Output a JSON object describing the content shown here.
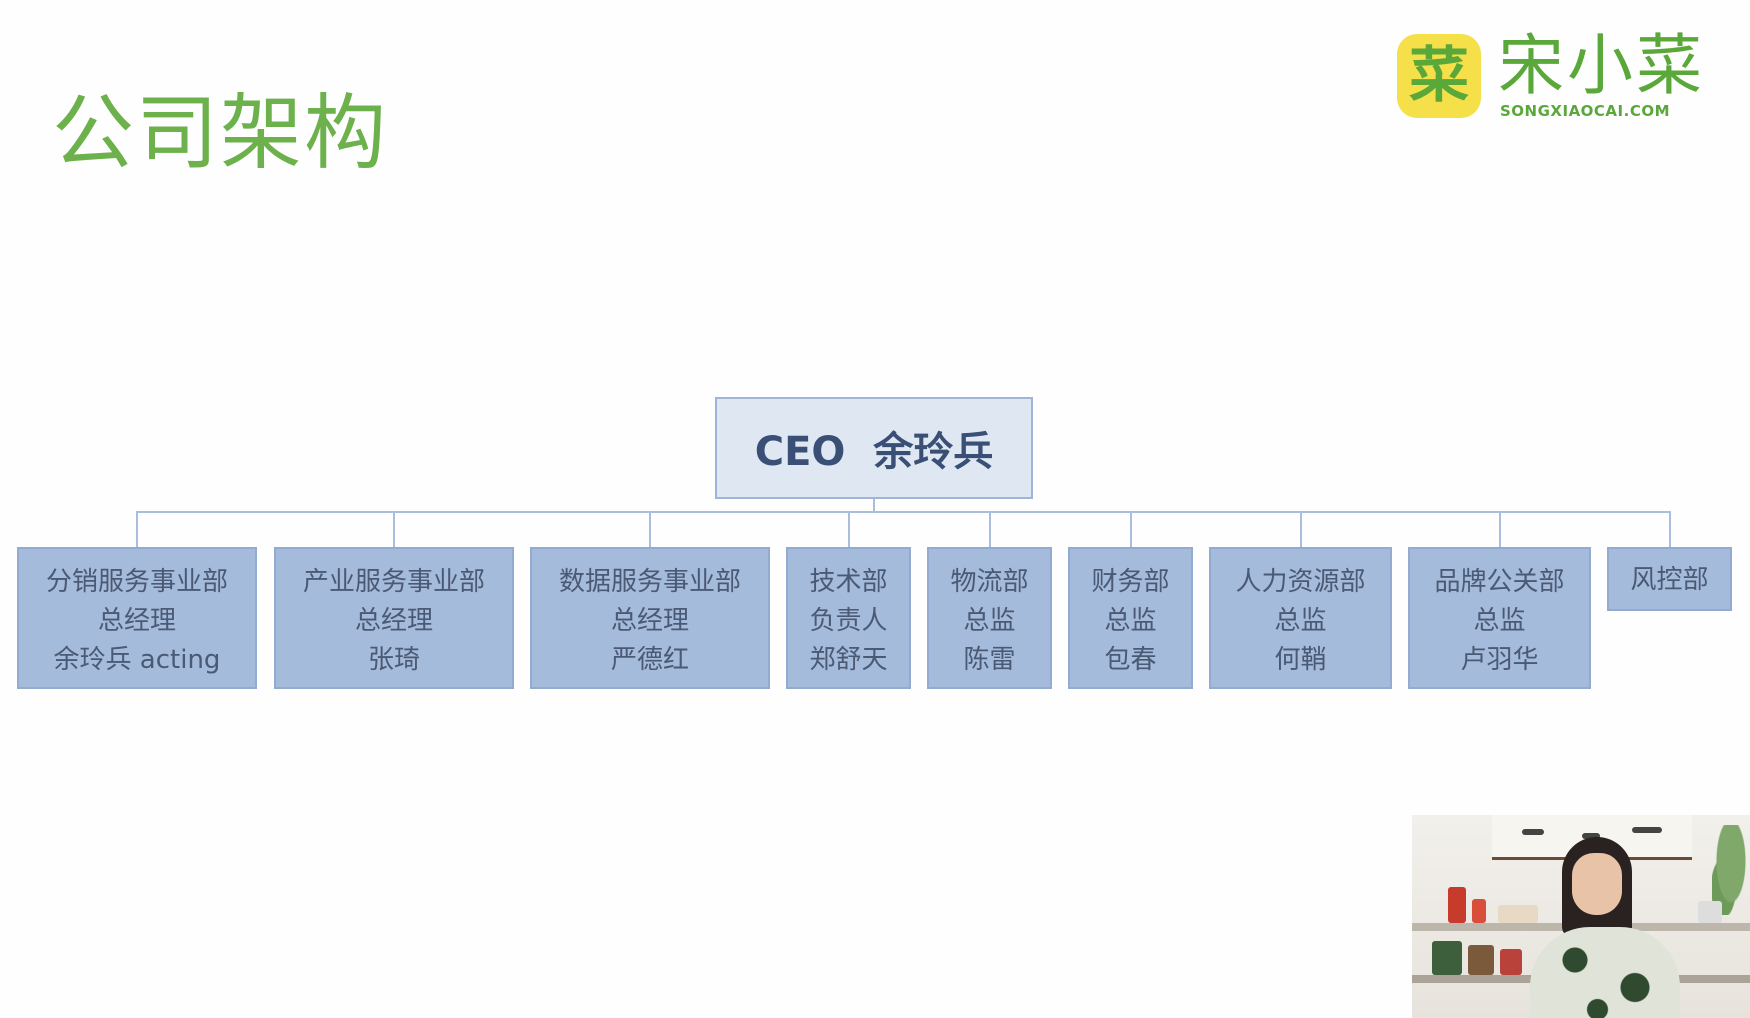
{
  "slide": {
    "title": "公司架构",
    "colors": {
      "title": "#6cb14c",
      "node_fill": "#a5bbdb",
      "node_border": "#93abd0",
      "ceo_fill": "#dfe7f3",
      "connector": "#a9bedd"
    }
  },
  "logo": {
    "badge_char": "菜",
    "name": "宋小菜",
    "url": "SONGXIAOCAI.COM"
  },
  "org_chart": {
    "root": "CEO  余玲兵",
    "departments": [
      {
        "lines": [
          "分销服务事业部",
          "总经理",
          "余玲兵 acting"
        ]
      },
      {
        "lines": [
          "产业服务事业部",
          "总经理",
          "张琦"
        ]
      },
      {
        "lines": [
          "数据服务事业部",
          "总经理",
          "严德红"
        ]
      },
      {
        "lines": [
          "技术部",
          "负责人",
          "郑舒天"
        ]
      },
      {
        "lines": [
          "物流部",
          "总监",
          "陈雷"
        ]
      },
      {
        "lines": [
          "财务部",
          "总监",
          "包春"
        ]
      },
      {
        "lines": [
          "人力资源部",
          "总监",
          "何鞘"
        ]
      },
      {
        "lines": [
          "品牌公关部",
          "总监",
          "卢羽华"
        ]
      },
      {
        "lines": [
          "风控部"
        ]
      }
    ]
  }
}
